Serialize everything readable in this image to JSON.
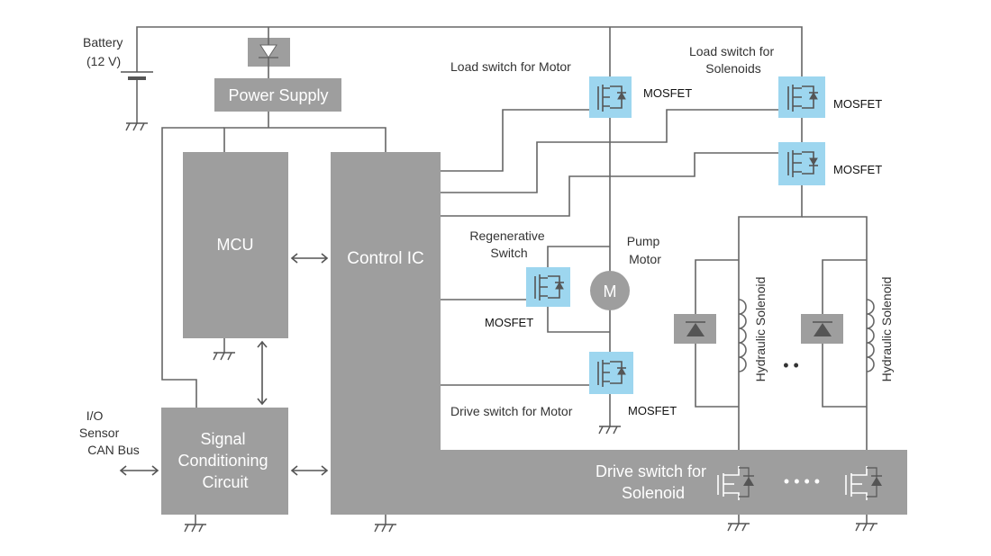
{
  "blocks": {
    "power_supply": "Power Supply",
    "mcu": "MCU",
    "control_ic": "Control IC",
    "signal_conditioning": [
      "Signal",
      "Conditioning",
      "Circuit"
    ],
    "drive_switch_solenoid": [
      "Drive switch for",
      "Solenoid"
    ],
    "motor_symbol": "M"
  },
  "labels": {
    "battery": [
      "Battery",
      "(12 V)"
    ],
    "load_switch_motor": "Load switch for Motor",
    "load_switch_solenoids": [
      "Load switch for",
      "Solenoids"
    ],
    "mosfet": "MOSFET",
    "regenerative_switch": [
      "Regenerative",
      "Switch"
    ],
    "pump_motor": [
      "Pump",
      "Motor"
    ],
    "drive_switch_motor": "Drive switch for Motor",
    "io": [
      "I/O",
      "Sensor",
      "CAN Bus"
    ],
    "hydraulic_solenoid": "Hydraulic Solenoid",
    "ellipsis": "• •",
    "ellipsis_long": "• • • •"
  },
  "colors": {
    "block_gray": "#9e9e9e",
    "mosfet_highlight": "#9dd6ef",
    "wire": "#666666"
  }
}
